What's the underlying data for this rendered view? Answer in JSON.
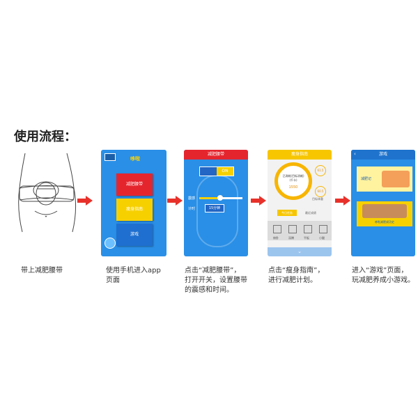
{
  "heading": "使用流程：",
  "steps": [
    {
      "caption": "带上减肥腰带"
    },
    {
      "caption_1": "使用手机进入app",
      "caption_2": "页面"
    },
    {
      "caption_1": "点击“减肥腰带”，",
      "caption_2": "打开开关，设置腰带",
      "caption_3": "的震感和时间。"
    },
    {
      "caption_1": "点击“瘦身指南”，",
      "caption_2": "进行减肥计划。"
    },
    {
      "caption_1": "进入“游戏”页面，",
      "caption_2": "玩减肥养成小游戏。"
    }
  ],
  "screen1": {
    "app_name": "哆啦",
    "btn_belt": "减肥腰带",
    "btn_guide": "瘦身指南",
    "btn_game": "游戏"
  },
  "screen2": {
    "bar_title": "减肥腰带",
    "toggle": "ON",
    "row1_label": "震感",
    "row2_label": "计时",
    "timer_value": "15分钟"
  },
  "screen3": {
    "bar_title": "瘦身指南",
    "ring_text": "已消耗(目标消耗)",
    "ring_sub": "(千卡)",
    "ring_value": "1550",
    "badge1": "61.5",
    "badge2": "60.5",
    "badge2_label": "目标体重",
    "tab_active": "今日任务",
    "tab_other": "最近成绩",
    "icon_labels": [
      "俯卧",
      "深蹲",
      "平板",
      "小腿"
    ]
  },
  "screen4": {
    "bar_title": "游戏",
    "banner1_label": "减肥记",
    "banner2_label": "哆啦减肥成功史"
  },
  "colors": {
    "arrow": "#e8312a",
    "blue": "#2a8fe6",
    "red": "#e5252e",
    "yellow": "#f7d000"
  }
}
